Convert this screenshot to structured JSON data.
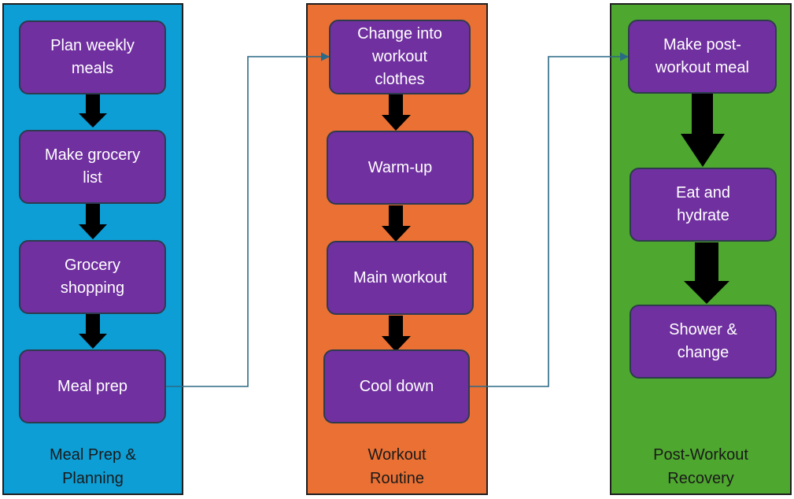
{
  "diagram": {
    "lanes": [
      {
        "label": "Meal Prep &\nPlanning",
        "color": "#0d9ed6",
        "steps": [
          "Plan weekly\nmeals",
          "Make grocery\nlist",
          "Grocery\nshopping",
          "Meal prep"
        ]
      },
      {
        "label": "Workout\nRoutine",
        "color": "#ea7033",
        "steps": [
          "Change into\nworkout\nclothes",
          "Warm-up",
          "Main workout",
          "Cool down"
        ]
      },
      {
        "label": "Post-Workout\nRecovery",
        "color": "#4ea72e",
        "steps": [
          "Make post-\nworkout meal",
          "Eat and\nhydrate",
          "Shower &\nchange"
        ]
      }
    ],
    "connector_color": "#2b6a86",
    "step_fill": "#7030a0"
  }
}
